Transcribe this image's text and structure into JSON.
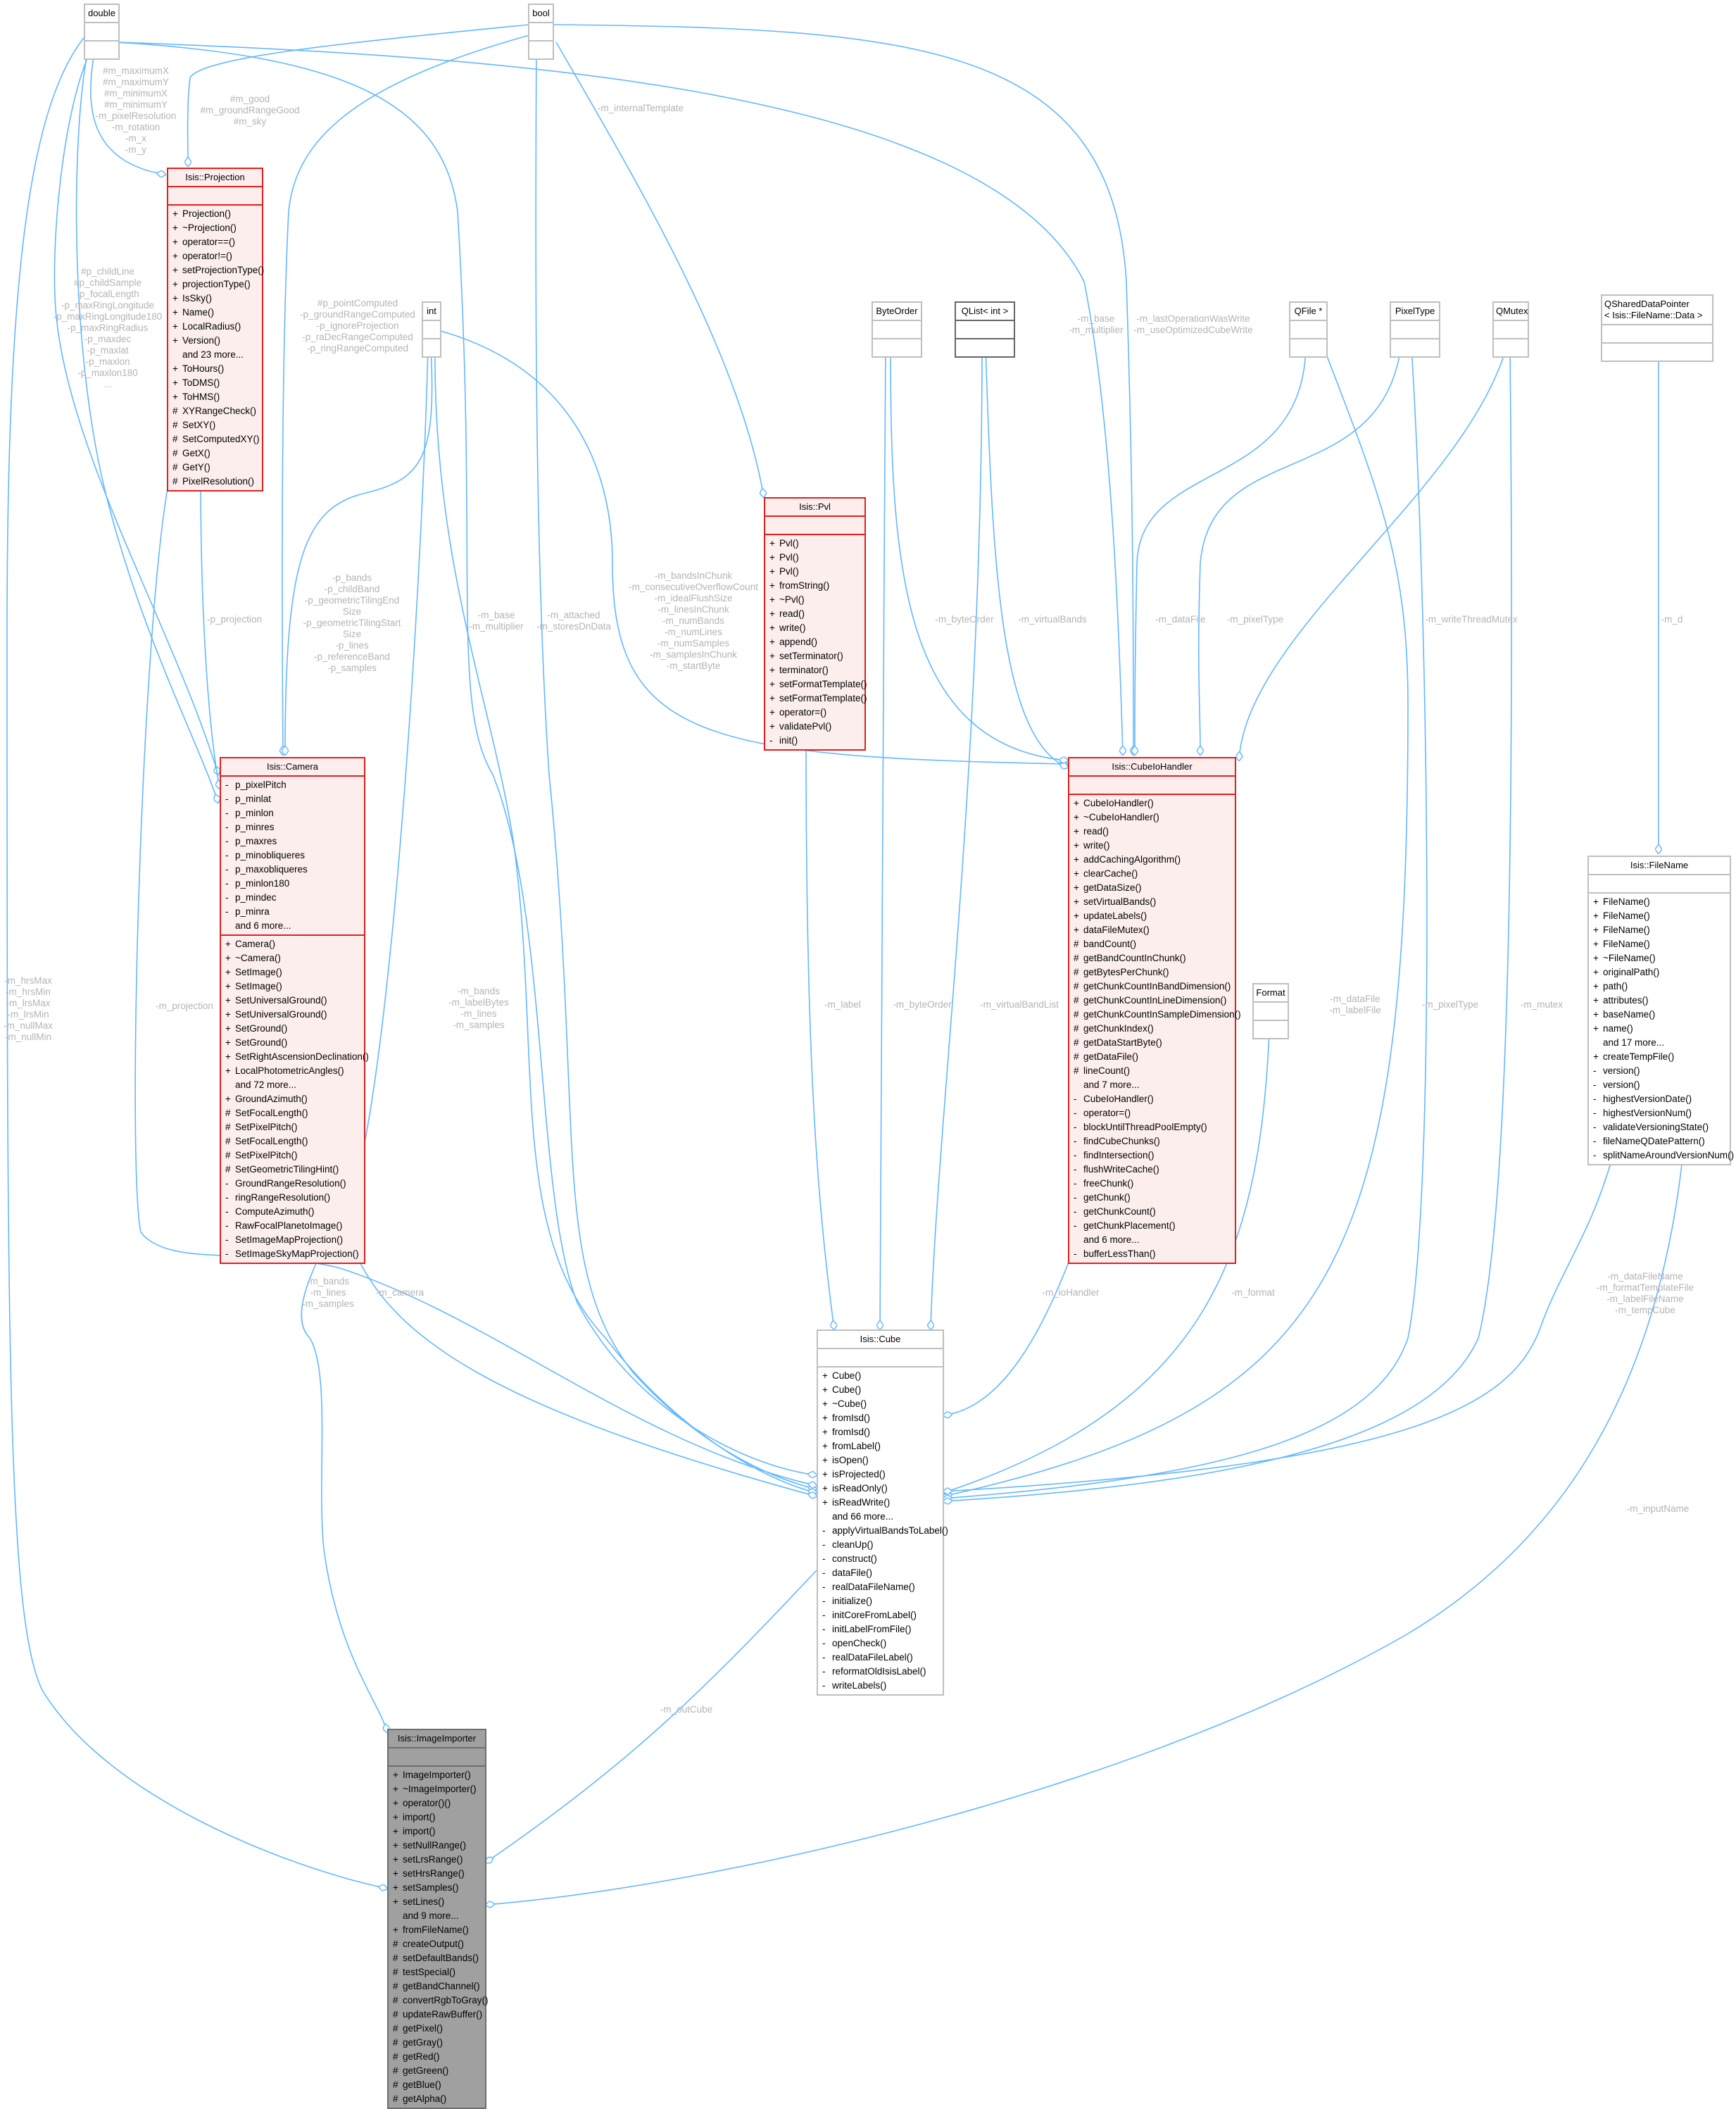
{
  "colors": {
    "edge": "#63b8ff",
    "class_border": "#bfbfbf",
    "highlight_border": "#e0201f",
    "highlight_fill": "#fdeeee",
    "focus_fill": "#a0a0a0",
    "label": "#b4b4b4"
  },
  "nodes": {
    "double": {
      "title": "double",
      "attrs": [],
      "methods": []
    },
    "bool": {
      "title": "bool",
      "attrs": [],
      "methods": []
    },
    "int": {
      "title": "int",
      "attrs": [],
      "methods": []
    },
    "byteorder": {
      "title": "ByteOrder",
      "attrs": [],
      "methods": []
    },
    "qlist": {
      "title": "QList< int >",
      "attrs": [],
      "methods": []
    },
    "qfile": {
      "title": "QFile *",
      "attrs": [],
      "methods": []
    },
    "pixeltype": {
      "title": "PixelType",
      "attrs": [],
      "methods": []
    },
    "qmutex": {
      "title": "QMutex",
      "attrs": [],
      "methods": []
    },
    "format": {
      "title": "Format",
      "attrs": [],
      "methods": []
    },
    "qshared": {
      "title": "QSharedDataPointer\n< Isis::FileName::Data >",
      "attrs": [],
      "methods": []
    },
    "projection": {
      "title": "Isis::Projection",
      "attrs": [],
      "methods": [
        {
          "v": "+",
          "n": "Projection()"
        },
        {
          "v": "+",
          "n": "~Projection()"
        },
        {
          "v": "+",
          "n": "operator==()"
        },
        {
          "v": "+",
          "n": "operator!=()"
        },
        {
          "v": "+",
          "n": "setProjectionType()"
        },
        {
          "v": "+",
          "n": "projectionType()"
        },
        {
          "v": "+",
          "n": "IsSky()"
        },
        {
          "v": "+",
          "n": "Name()"
        },
        {
          "v": "+",
          "n": "LocalRadius()"
        },
        {
          "v": "+",
          "n": "Version()"
        },
        {
          "v": "",
          "n": "and 23 more..."
        },
        {
          "v": "+",
          "n": "ToHours()"
        },
        {
          "v": "+",
          "n": "ToDMS()"
        },
        {
          "v": "+",
          "n": "ToHMS()"
        },
        {
          "v": "#",
          "n": "XYRangeCheck()"
        },
        {
          "v": "#",
          "n": "SetXY()"
        },
        {
          "v": "#",
          "n": "SetComputedXY()"
        },
        {
          "v": "#",
          "n": "GetX()"
        },
        {
          "v": "#",
          "n": "GetY()"
        },
        {
          "v": "#",
          "n": "PixelResolution()"
        }
      ]
    },
    "camera": {
      "title": "Isis::Camera",
      "attrs": [
        {
          "v": "-",
          "n": "p_pixelPitch"
        },
        {
          "v": "-",
          "n": "p_minlat"
        },
        {
          "v": "-",
          "n": "p_minlon"
        },
        {
          "v": "-",
          "n": "p_minres"
        },
        {
          "v": "-",
          "n": "p_maxres"
        },
        {
          "v": "-",
          "n": "p_minobliqueres"
        },
        {
          "v": "-",
          "n": "p_maxobliqueres"
        },
        {
          "v": "-",
          "n": "p_minlon180"
        },
        {
          "v": "-",
          "n": "p_mindec"
        },
        {
          "v": "-",
          "n": "p_minra"
        },
        {
          "v": "",
          "n": "and 6 more..."
        }
      ],
      "methods": [
        {
          "v": "+",
          "n": "Camera()"
        },
        {
          "v": "+",
          "n": "~Camera()"
        },
        {
          "v": "+",
          "n": "SetImage()"
        },
        {
          "v": "+",
          "n": "SetImage()"
        },
        {
          "v": "+",
          "n": "SetUniversalGround()"
        },
        {
          "v": "+",
          "n": "SetUniversalGround()"
        },
        {
          "v": "+",
          "n": "SetGround()"
        },
        {
          "v": "+",
          "n": "SetGround()"
        },
        {
          "v": "+",
          "n": "SetRightAscensionDeclination()"
        },
        {
          "v": "+",
          "n": "LocalPhotometricAngles()"
        },
        {
          "v": "",
          "n": "and 72 more..."
        },
        {
          "v": "+",
          "n": "GroundAzimuth()"
        },
        {
          "v": "#",
          "n": "SetFocalLength()"
        },
        {
          "v": "#",
          "n": "SetPixelPitch()"
        },
        {
          "v": "#",
          "n": "SetFocalLength()"
        },
        {
          "v": "#",
          "n": "SetPixelPitch()"
        },
        {
          "v": "#",
          "n": "SetGeometricTilingHint()"
        },
        {
          "v": "-",
          "n": "GroundRangeResolution()"
        },
        {
          "v": "-",
          "n": "ringRangeResolution()"
        },
        {
          "v": "-",
          "n": "ComputeAzimuth()"
        },
        {
          "v": "-",
          "n": "RawFocalPlanetoImage()"
        },
        {
          "v": "-",
          "n": "SetImageMapProjection()"
        },
        {
          "v": "-",
          "n": "SetImageSkyMapProjection()"
        }
      ]
    },
    "pvl": {
      "title": "Isis::Pvl",
      "attrs": [],
      "methods": [
        {
          "v": "+",
          "n": "Pvl()"
        },
        {
          "v": "+",
          "n": "Pvl()"
        },
        {
          "v": "+",
          "n": "Pvl()"
        },
        {
          "v": "+",
          "n": "fromString()"
        },
        {
          "v": "+",
          "n": "~Pvl()"
        },
        {
          "v": "+",
          "n": "read()"
        },
        {
          "v": "+",
          "n": "write()"
        },
        {
          "v": "+",
          "n": "append()"
        },
        {
          "v": "+",
          "n": "setTerminator()"
        },
        {
          "v": "+",
          "n": "terminator()"
        },
        {
          "v": "+",
          "n": "setFormatTemplate()"
        },
        {
          "v": "+",
          "n": "setFormatTemplate()"
        },
        {
          "v": "+",
          "n": "operator=()"
        },
        {
          "v": "+",
          "n": "validatePvl()"
        },
        {
          "v": "-",
          "n": "init()"
        }
      ]
    },
    "cubeiohandler": {
      "title": "Isis::CubeIoHandler",
      "attrs": [],
      "methods": [
        {
          "v": "+",
          "n": "CubeIoHandler()"
        },
        {
          "v": "+",
          "n": "~CubeIoHandler()"
        },
        {
          "v": "+",
          "n": "read()"
        },
        {
          "v": "+",
          "n": "write()"
        },
        {
          "v": "+",
          "n": "addCachingAlgorithm()"
        },
        {
          "v": "+",
          "n": "clearCache()"
        },
        {
          "v": "+",
          "n": "getDataSize()"
        },
        {
          "v": "+",
          "n": "setVirtualBands()"
        },
        {
          "v": "+",
          "n": "updateLabels()"
        },
        {
          "v": "+",
          "n": "dataFileMutex()"
        },
        {
          "v": "#",
          "n": "bandCount()"
        },
        {
          "v": "#",
          "n": "getBandCountInChunk()"
        },
        {
          "v": "#",
          "n": "getBytesPerChunk()"
        },
        {
          "v": "#",
          "n": "getChunkCountInBandDimension()"
        },
        {
          "v": "#",
          "n": "getChunkCountInLineDimension()"
        },
        {
          "v": "#",
          "n": "getChunkCountInSampleDimension()"
        },
        {
          "v": "#",
          "n": "getChunkIndex()"
        },
        {
          "v": "#",
          "n": "getDataStartByte()"
        },
        {
          "v": "#",
          "n": "getDataFile()"
        },
        {
          "v": "#",
          "n": "lineCount()"
        },
        {
          "v": "",
          "n": "and 7 more..."
        },
        {
          "v": "-",
          "n": "CubeIoHandler()"
        },
        {
          "v": "-",
          "n": "operator=()"
        },
        {
          "v": "-",
          "n": "blockUntilThreadPoolEmpty()"
        },
        {
          "v": "-",
          "n": "findCubeChunks()"
        },
        {
          "v": "-",
          "n": "findIntersection()"
        },
        {
          "v": "-",
          "n": "flushWriteCache()"
        },
        {
          "v": "-",
          "n": "freeChunk()"
        },
        {
          "v": "-",
          "n": "getChunk()"
        },
        {
          "v": "-",
          "n": "getChunkCount()"
        },
        {
          "v": "-",
          "n": "getChunkPlacement()"
        },
        {
          "v": "",
          "n": "and 6 more..."
        },
        {
          "v": "-",
          "n": "bufferLessThan()"
        }
      ]
    },
    "filename": {
      "title": "Isis::FileName",
      "attrs": [],
      "methods": [
        {
          "v": "+",
          "n": "FileName()"
        },
        {
          "v": "+",
          "n": "FileName()"
        },
        {
          "v": "+",
          "n": "FileName()"
        },
        {
          "v": "+",
          "n": "FileName()"
        },
        {
          "v": "+",
          "n": "~FileName()"
        },
        {
          "v": "+",
          "n": "originalPath()"
        },
        {
          "v": "+",
          "n": "path()"
        },
        {
          "v": "+",
          "n": "attributes()"
        },
        {
          "v": "+",
          "n": "baseName()"
        },
        {
          "v": "+",
          "n": "name()"
        },
        {
          "v": "",
          "n": "and 17 more..."
        },
        {
          "v": "+",
          "n": "createTempFile()"
        },
        {
          "v": "-",
          "n": "version()"
        },
        {
          "v": "-",
          "n": "version()"
        },
        {
          "v": "-",
          "n": "highestVersionDate()"
        },
        {
          "v": "-",
          "n": "highestVersionNum()"
        },
        {
          "v": "-",
          "n": "validateVersioningState()"
        },
        {
          "v": "-",
          "n": "fileNameQDatePattern()"
        },
        {
          "v": "-",
          "n": "splitNameAroundVersionNum()"
        }
      ]
    },
    "cube": {
      "title": "Isis::Cube",
      "attrs": [],
      "methods": [
        {
          "v": "+",
          "n": "Cube()"
        },
        {
          "v": "+",
          "n": "Cube()"
        },
        {
          "v": "+",
          "n": "~Cube()"
        },
        {
          "v": "+",
          "n": "fromIsd()"
        },
        {
          "v": "+",
          "n": "fromIsd()"
        },
        {
          "v": "+",
          "n": "fromLabel()"
        },
        {
          "v": "+",
          "n": "isOpen()"
        },
        {
          "v": "+",
          "n": "isProjected()"
        },
        {
          "v": "+",
          "n": "isReadOnly()"
        },
        {
          "v": "+",
          "n": "isReadWrite()"
        },
        {
          "v": "",
          "n": "and 66 more..."
        },
        {
          "v": "-",
          "n": "applyVirtualBandsToLabel()"
        },
        {
          "v": "-",
          "n": "cleanUp()"
        },
        {
          "v": "-",
          "n": "construct()"
        },
        {
          "v": "-",
          "n": "dataFile()"
        },
        {
          "v": "-",
          "n": "realDataFileName()"
        },
        {
          "v": "-",
          "n": "initialize()"
        },
        {
          "v": "-",
          "n": "initCoreFromLabel()"
        },
        {
          "v": "-",
          "n": "initLabelFromFile()"
        },
        {
          "v": "-",
          "n": "openCheck()"
        },
        {
          "v": "-",
          "n": "realDataFileLabel()"
        },
        {
          "v": "-",
          "n": "reformatOldIsisLabel()"
        },
        {
          "v": "-",
          "n": "writeLabels()"
        }
      ]
    },
    "imageimporter": {
      "title": "Isis::ImageImporter",
      "attrs": [],
      "methods": [
        {
          "v": "+",
          "n": "ImageImporter()"
        },
        {
          "v": "+",
          "n": "~ImageImporter()"
        },
        {
          "v": "+",
          "n": "operator()()"
        },
        {
          "v": "+",
          "n": "import()"
        },
        {
          "v": "+",
          "n": "import()"
        },
        {
          "v": "+",
          "n": "setNullRange()"
        },
        {
          "v": "+",
          "n": "setLrsRange()"
        },
        {
          "v": "+",
          "n": "setHrsRange()"
        },
        {
          "v": "+",
          "n": "setSamples()"
        },
        {
          "v": "+",
          "n": "setLines()"
        },
        {
          "v": "",
          "n": "and 9 more..."
        },
        {
          "v": "+",
          "n": "fromFileName()"
        },
        {
          "v": "#",
          "n": "createOutput()"
        },
        {
          "v": "#",
          "n": "setDefaultBands()"
        },
        {
          "v": "#",
          "n": "testSpecial()"
        },
        {
          "v": "#",
          "n": "getBandChannel()"
        },
        {
          "v": "#",
          "n": "convertRgbToGray()"
        },
        {
          "v": "#",
          "n": "updateRawBuffer()"
        },
        {
          "v": "#",
          "n": "getPixel()"
        },
        {
          "v": "#",
          "n": "getGray()"
        },
        {
          "v": "#",
          "n": "getRed()"
        },
        {
          "v": "#",
          "n": "getGreen()"
        },
        {
          "v": "#",
          "n": "getBlue()"
        },
        {
          "v": "#",
          "n": "getAlpha()"
        }
      ]
    }
  },
  "edge_labels": {
    "proj_double": [
      "#m_maximumX",
      "#m_maximumY",
      "#m_minimumX",
      "#m_minimumY",
      "-m_pixelResolution",
      "-m_rotation",
      "-m_x",
      "-m_y"
    ],
    "proj_bool": [
      "#m_good",
      "#m_groundRangeGood",
      "#m_sky"
    ],
    "cam_double": [
      "#p_childLine",
      "#p_childSample",
      "-p_focalLength",
      "-p_maxRingLongitude",
      "-p_maxRingLongitude180",
      "-p_maxRingRadius",
      "-p_maxdec",
      "-p_maxlat",
      "-p_maxlon",
      "-p_maxlon180",
      "..."
    ],
    "cam_bool": [
      "#p_pointComputed",
      "-p_groundRangeComputed",
      "-p_ignoreProjection",
      "-p_raDecRangeComputed",
      "-p_ringRangeComputed"
    ],
    "cam_int": [
      "-p_bands",
      "-p_childBand",
      "-p_geometricTilingEnd",
      "Size",
      "-p_geometricTilingStart",
      "Size",
      "-p_lines",
      "-p_referenceBand",
      "-p_samples"
    ],
    "cam_proj": [
      "-p_projection"
    ],
    "pvl_bool": [
      "-m_internalTemplate"
    ],
    "cio_double": [
      "-m_base",
      "-m_multiplier"
    ],
    "cio_bool": [
      "-m_lastOperationWasWrite",
      "-m_useOptimizedCubeWrite"
    ],
    "cio_int": [
      "-m_bandsInChunk",
      "-m_consecutiveOverflowCount",
      "-m_idealFlushSize",
      "-m_linesInChunk",
      "-m_numBands",
      "-m_numLines",
      "-m_numSamples",
      "-m_samplesInChunk",
      "-m_startByte"
    ],
    "cio_byteorder": [
      "-m_byteOrder"
    ],
    "cio_qlist": [
      "-m_virtualBands"
    ],
    "cio_qfile": [
      "-m_dataFile"
    ],
    "cio_pixeltype": [
      "-m_pixelType"
    ],
    "cio_qmutex": [
      "-m_writeThreadMutex"
    ],
    "fn_qshared": [
      "-m_d"
    ],
    "cube_double": [
      "-m_base",
      "-m_multiplier"
    ],
    "cube_bool": [
      "-m_attached",
      "-m_storesDnData"
    ],
    "cube_int": [
      "-m_bands",
      "-m_labelBytes",
      "-m_lines",
      "-m_samples"
    ],
    "cube_pvl": [
      "-m_label"
    ],
    "cube_byteorder": [
      "-m_byteOrder"
    ],
    "cube_qlist": [
      "-m_virtualBandList"
    ],
    "cube_qfile": [
      "-m_dataFile",
      "-m_labelFile"
    ],
    "cube_pixeltype": [
      "-m_pixelType"
    ],
    "cube_qmutex": [
      "-m_mutex"
    ],
    "cube_proj": [
      "-m_projection"
    ],
    "cube_camera": [
      "-m_camera"
    ],
    "cube_cio": [
      "-m_ioHandler"
    ],
    "cube_format": [
      "-m_format"
    ],
    "cube_filename": [
      "-m_dataFileName",
      "-m_formatTemplateFile",
      "-m_labelFileName",
      "-m_tempCube"
    ],
    "ii_double": [
      "-m_hrsMax",
      "-m_hrsMin",
      "-m_lrsMax",
      "-m_lrsMin",
      "-m_nullMax",
      "-m_nullMin"
    ],
    "ii_int": [
      "-m_bands",
      "-m_lines",
      "-m_samples"
    ],
    "ii_cube": [
      "-m_outCube"
    ],
    "ii_filename": [
      "-m_inputName"
    ]
  }
}
